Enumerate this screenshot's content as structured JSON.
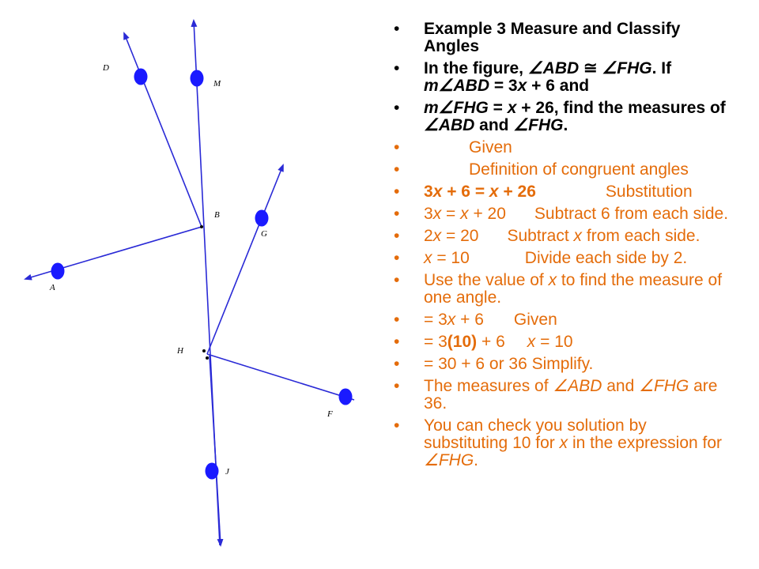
{
  "figure": {
    "labels": {
      "D": "D",
      "M": "M",
      "B": "B",
      "G": "G",
      "A": "A",
      "H": "H",
      "F": "F",
      "J": "J"
    },
    "colors": {
      "line": "#2a2ad6",
      "point": "#1a1aff"
    }
  },
  "text": {
    "colors": {
      "heading": "#000000",
      "body": "#e46c0a"
    },
    "b1": "Example 3  Measure and Classify Angles",
    "b2": {
      "p1": "In the figure, ",
      "p2": "∠ABD",
      "p3": " ≅ ",
      "p4": "∠FHG",
      "p5": ". If ",
      "p6": "m∠ABD",
      "p7": " = 3",
      "p8": "x",
      "p9": " + 6 and"
    },
    "b3": {
      "p1": "m∠FHG",
      "p2": " = ",
      "p3": "x",
      "p4": " + 26, find the measures of ",
      "p5": "∠ABD",
      "p6": " and ",
      "p7": "∠FHG",
      "p8": "."
    },
    "b4": "Given",
    "b5": "Definition of congruent angles",
    "b6": {
      "p1": "3",
      "p2": "x",
      "p3": " + 6 = ",
      "p4": "x",
      "p5": " + 26",
      "p6": "Substitution"
    },
    "b7": {
      "p1": "3",
      "p2": "x",
      "p3": " = ",
      "p4": "x",
      "p5": " + 20",
      "p6": "Subtract 6 from each side."
    },
    "b8": {
      "p1": "2",
      "p2": "x",
      "p3": " = 20",
      "p4": "Subtract ",
      "p5": "x",
      "p6": " from each side."
    },
    "b9": {
      "p1": "x",
      "p2": " = 10",
      "p3": "Divide each side by 2."
    },
    "b10": {
      "p1": "Use the value of ",
      "p2": "x",
      "p3": " to find the measure of one angle."
    },
    "b11": {
      "p1": " = 3",
      "p2": "x",
      "p3": " + 6",
      "p4": "Given"
    },
    "b12": {
      "p1": "= 3",
      "p2": "(10)",
      "p3": " + 6",
      "p4": "x",
      "p5": " = 10"
    },
    "b13": "= 30 + 6 or 36 Simplify.",
    "b14": {
      "p1": "The measures of ",
      "p2": "∠ABD",
      "p3": " and ",
      "p4": "∠FHG",
      "p5": " are 36."
    },
    "b15": {
      "p1": "You can check you solution by substituting 10 for ",
      "p2": "x",
      "p3": " in the expression for ",
      "p4": "∠FHG",
      "p5": "."
    }
  }
}
